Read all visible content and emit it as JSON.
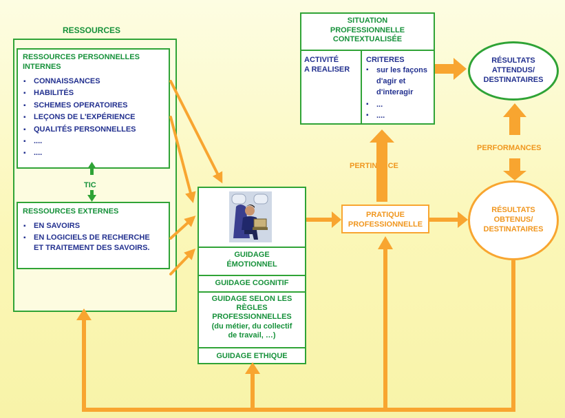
{
  "ressources": {
    "title": "RESSOURCES",
    "internes": {
      "title_line1": "RESSOURCES PERSONNELLES",
      "title_line2": "INTERNES",
      "items": [
        "CONNAISSANCES",
        "HABILITÉS",
        "SCHEMES OPERATOIRES",
        "LEÇONS DE L'EXPÉRIENCE",
        "QUALITÉS PERSONNELLES",
        "....",
        "...."
      ]
    },
    "tic": "TIC",
    "externes": {
      "title": "RESSOURCES EXTERNES",
      "items": [
        "EN SAVOIRS",
        "EN LOGICIELS DE RECHERCHE"
      ],
      "continuation": "ET TRAITEMENT DES SAVOIRS."
    }
  },
  "guidage": {
    "icon": "person-using-laptop-in-airplane-seat-icon",
    "emotionnel_line1": "GUIDAGE",
    "emotionnel_line2": "ÉMOTIONNEL",
    "cognitif": "GUIDAGE COGNITIF",
    "regles_lines": [
      "GUIDAGE SELON LES",
      "RÈGLES",
      "PROFESSIONNELLES",
      "(du métier, du collectif",
      "de travail, …)"
    ],
    "ethique": "GUIDAGE ETHIQUE"
  },
  "situation": {
    "title_lines": [
      "SITUATION",
      "PROFESSIONNELLE",
      "CONTEXTUALISÉE"
    ],
    "activite_lines": [
      "ACTIVITÉ",
      "A REALISER"
    ],
    "criteres": {
      "title": "CRITERES",
      "items": [
        "sur les façons",
        "...",
        "...."
      ],
      "item1_continuation": [
        "d'agir et",
        "d'interagir"
      ]
    }
  },
  "pratique": {
    "lines": [
      "PRATIQUE",
      "PROFESSIONNELLE"
    ]
  },
  "pertinence": "PERTINENCE",
  "performances": "PERFORMANCES",
  "resultats_attendus": {
    "lines": [
      "RÉSULTATS",
      "ATTENDUS/",
      "DESTINATAIRES"
    ]
  },
  "resultats_obtenus": {
    "lines": [
      "RÉSULTATS",
      "OBTENUS/",
      "DESTINATAIRES"
    ]
  },
  "colors": {
    "green": "#2fa336",
    "orange": "#f8a530",
    "blue_text": "#22308f",
    "green_text": "#16913a",
    "background": "#fbf9c4"
  }
}
